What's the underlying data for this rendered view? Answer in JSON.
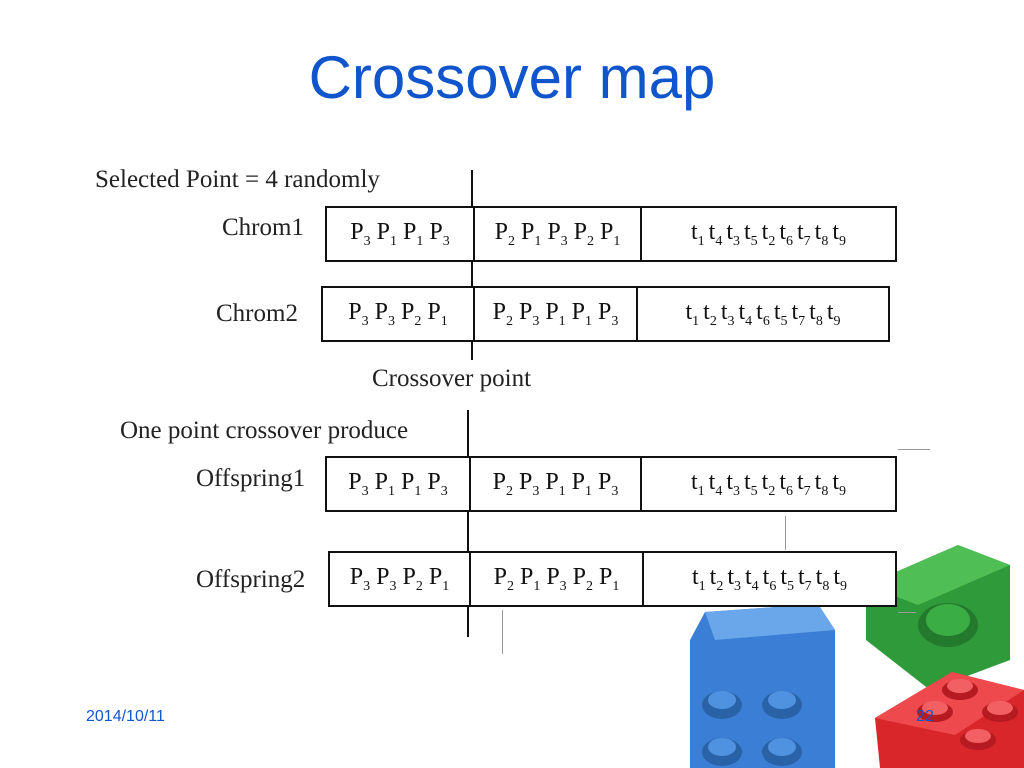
{
  "title": "Crossover map",
  "diagram": {
    "selected_caption": "Selected Point = 4 randomly",
    "crossover_caption": "Crossover point",
    "produce_caption": "One point crossover produce",
    "rows": [
      {
        "label": "Chrom1",
        "segments": [
          [
            {
              "b": "P",
              "s": "3"
            },
            {
              "b": "P",
              "s": "1"
            },
            {
              "b": "P",
              "s": "1"
            },
            {
              "b": "P",
              "s": "3"
            }
          ],
          [
            {
              "b": "P",
              "s": "2"
            },
            {
              "b": "P",
              "s": "1"
            },
            {
              "b": "P",
              "s": "3"
            },
            {
              "b": "P",
              "s": "2"
            },
            {
              "b": "P",
              "s": "1"
            }
          ],
          [
            {
              "b": "t",
              "s": "1"
            },
            {
              "b": "t",
              "s": "4"
            },
            {
              "b": "t",
              "s": "3"
            },
            {
              "b": "t",
              "s": "5"
            },
            {
              "b": "t",
              "s": "2"
            },
            {
              "b": "t",
              "s": "6"
            },
            {
              "b": "t",
              "s": "7"
            },
            {
              "b": "t",
              "s": "8"
            },
            {
              "b": "t",
              "s": "9"
            }
          ]
        ]
      },
      {
        "label": "Chrom2",
        "segments": [
          [
            {
              "b": "P",
              "s": "3"
            },
            {
              "b": "P",
              "s": "3"
            },
            {
              "b": "P",
              "s": "2"
            },
            {
              "b": "P",
              "s": "1"
            }
          ],
          [
            {
              "b": "P",
              "s": "2"
            },
            {
              "b": "P",
              "s": "3"
            },
            {
              "b": "P",
              "s": "1"
            },
            {
              "b": "P",
              "s": "1"
            },
            {
              "b": "P",
              "s": "3"
            }
          ],
          [
            {
              "b": "t",
              "s": "1"
            },
            {
              "b": "t",
              "s": "2"
            },
            {
              "b": "t",
              "s": "3"
            },
            {
              "b": "t",
              "s": "4"
            },
            {
              "b": "t",
              "s": "6"
            },
            {
              "b": "t",
              "s": "5"
            },
            {
              "b": "t",
              "s": "7"
            },
            {
              "b": "t",
              "s": "8"
            },
            {
              "b": "t",
              "s": "9"
            }
          ]
        ]
      },
      {
        "label": "Offspring1",
        "segments": [
          [
            {
              "b": "P",
              "s": "3"
            },
            {
              "b": "P",
              "s": "1"
            },
            {
              "b": "P",
              "s": "1"
            },
            {
              "b": "P",
              "s": "3"
            }
          ],
          [
            {
              "b": "P",
              "s": "2"
            },
            {
              "b": "P",
              "s": "3"
            },
            {
              "b": "P",
              "s": "1"
            },
            {
              "b": "P",
              "s": "1"
            },
            {
              "b": "P",
              "s": "3"
            }
          ],
          [
            {
              "b": "t",
              "s": "1"
            },
            {
              "b": "t",
              "s": "4"
            },
            {
              "b": "t",
              "s": "3"
            },
            {
              "b": "t",
              "s": "5"
            },
            {
              "b": "t",
              "s": "2"
            },
            {
              "b": "t",
              "s": "6"
            },
            {
              "b": "t",
              "s": "7"
            },
            {
              "b": "t",
              "s": "8"
            },
            {
              "b": "t",
              "s": "9"
            }
          ]
        ]
      },
      {
        "label": "Offspring2",
        "segments": [
          [
            {
              "b": "P",
              "s": "3"
            },
            {
              "b": "P",
              "s": "3"
            },
            {
              "b": "P",
              "s": "2"
            },
            {
              "b": "P",
              "s": "1"
            }
          ],
          [
            {
              "b": "P",
              "s": "2"
            },
            {
              "b": "P",
              "s": "1"
            },
            {
              "b": "P",
              "s": "3"
            },
            {
              "b": "P",
              "s": "2"
            },
            {
              "b": "P",
              "s": "1"
            }
          ],
          [
            {
              "b": "t",
              "s": "1"
            },
            {
              "b": "t",
              "s": "2"
            },
            {
              "b": "t",
              "s": "3"
            },
            {
              "b": "t",
              "s": "4"
            },
            {
              "b": "t",
              "s": "6"
            },
            {
              "b": "t",
              "s": "5"
            },
            {
              "b": "t",
              "s": "7"
            },
            {
              "b": "t",
              "s": "8"
            },
            {
              "b": "t",
              "s": "9"
            }
          ]
        ]
      }
    ]
  },
  "footer": {
    "date": "2014/10/11",
    "page": "22"
  },
  "colors": {
    "title": "#1155cc",
    "footer": "#1155cc",
    "block_blue": "#3a7fd5",
    "block_green": "#2f9a3a",
    "block_red": "#d8262b"
  }
}
